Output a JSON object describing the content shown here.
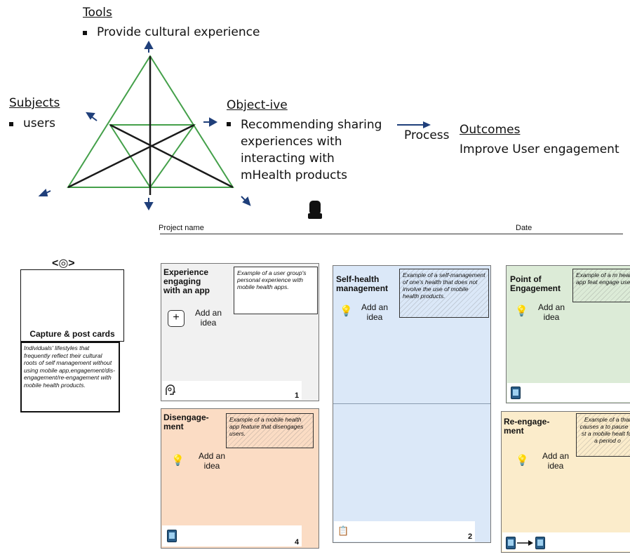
{
  "activity_theory": {
    "tools": {
      "heading": "Tools",
      "bullet": "Provide cultural experience"
    },
    "subjects": {
      "heading": "Subjects",
      "bullet": "users"
    },
    "objective": {
      "heading": "Object-ive",
      "bullet_lines": [
        "Recommending sharing",
        "experiences with",
        "interacting with",
        "mHealth products"
      ]
    },
    "process_label": "Process",
    "outcomes": {
      "heading": "Outcomes",
      "text": "Improve User engagement"
    },
    "arrow_color": "#1f3f7a"
  },
  "board_header": {
    "project_label": "Project name",
    "date_label": "Date"
  },
  "side_card": {
    "glyph": "<◎>",
    "title": "Capture & post cards",
    "description": "Individuals' lifestyles that frequently reflect their cultural roots of self management without using mobile app,engagement/dis-engagement/re-engagement with mobile health products."
  },
  "panels": [
    {
      "id": "experience",
      "title_lines": [
        "Experience",
        "engaging",
        "with an app"
      ],
      "example": "Example of a user group's personal experience with mobile health apps.",
      "add_idea": [
        "Add an",
        "idea"
      ],
      "number": "1",
      "color": "#f1f1f1"
    },
    {
      "id": "disengagement",
      "title_lines": [
        "Disengage-",
        "ment"
      ],
      "example": "Example of a mobile health app feature that disengages users.",
      "add_idea": [
        "Add an",
        "idea"
      ],
      "number": "4",
      "color": "#fbdcc4"
    },
    {
      "id": "self-health",
      "title_lines": [
        "Self-health",
        "management"
      ],
      "example": "Example of a self-management of one's health that does not involve the use of mobile health products.",
      "add_idea": [
        "Add an",
        "idea"
      ],
      "number": "2",
      "color": "#dbe8f8"
    },
    {
      "id": "point-of-engagement",
      "title_lines": [
        "Point of",
        "Engagement"
      ],
      "example": "Example of a m health app feat engage users.",
      "add_idea": [
        "Add an",
        "idea"
      ],
      "number": "",
      "color": "#dcebd7"
    },
    {
      "id": "re-engagement",
      "title_lines": [
        "Re-engage-",
        "ment"
      ],
      "example": "Example of a that causes a to pause or st a mobile healt for a period o",
      "add_idea": [
        "Add an",
        "idea"
      ],
      "number": "",
      "color": "#fbeccb"
    }
  ],
  "icons": {
    "lightbulb": "lightbulb-icon",
    "plus": "+",
    "phone": "mobile-app-icon",
    "head": "head-icon",
    "clipboard": "clipboard-icon"
  }
}
